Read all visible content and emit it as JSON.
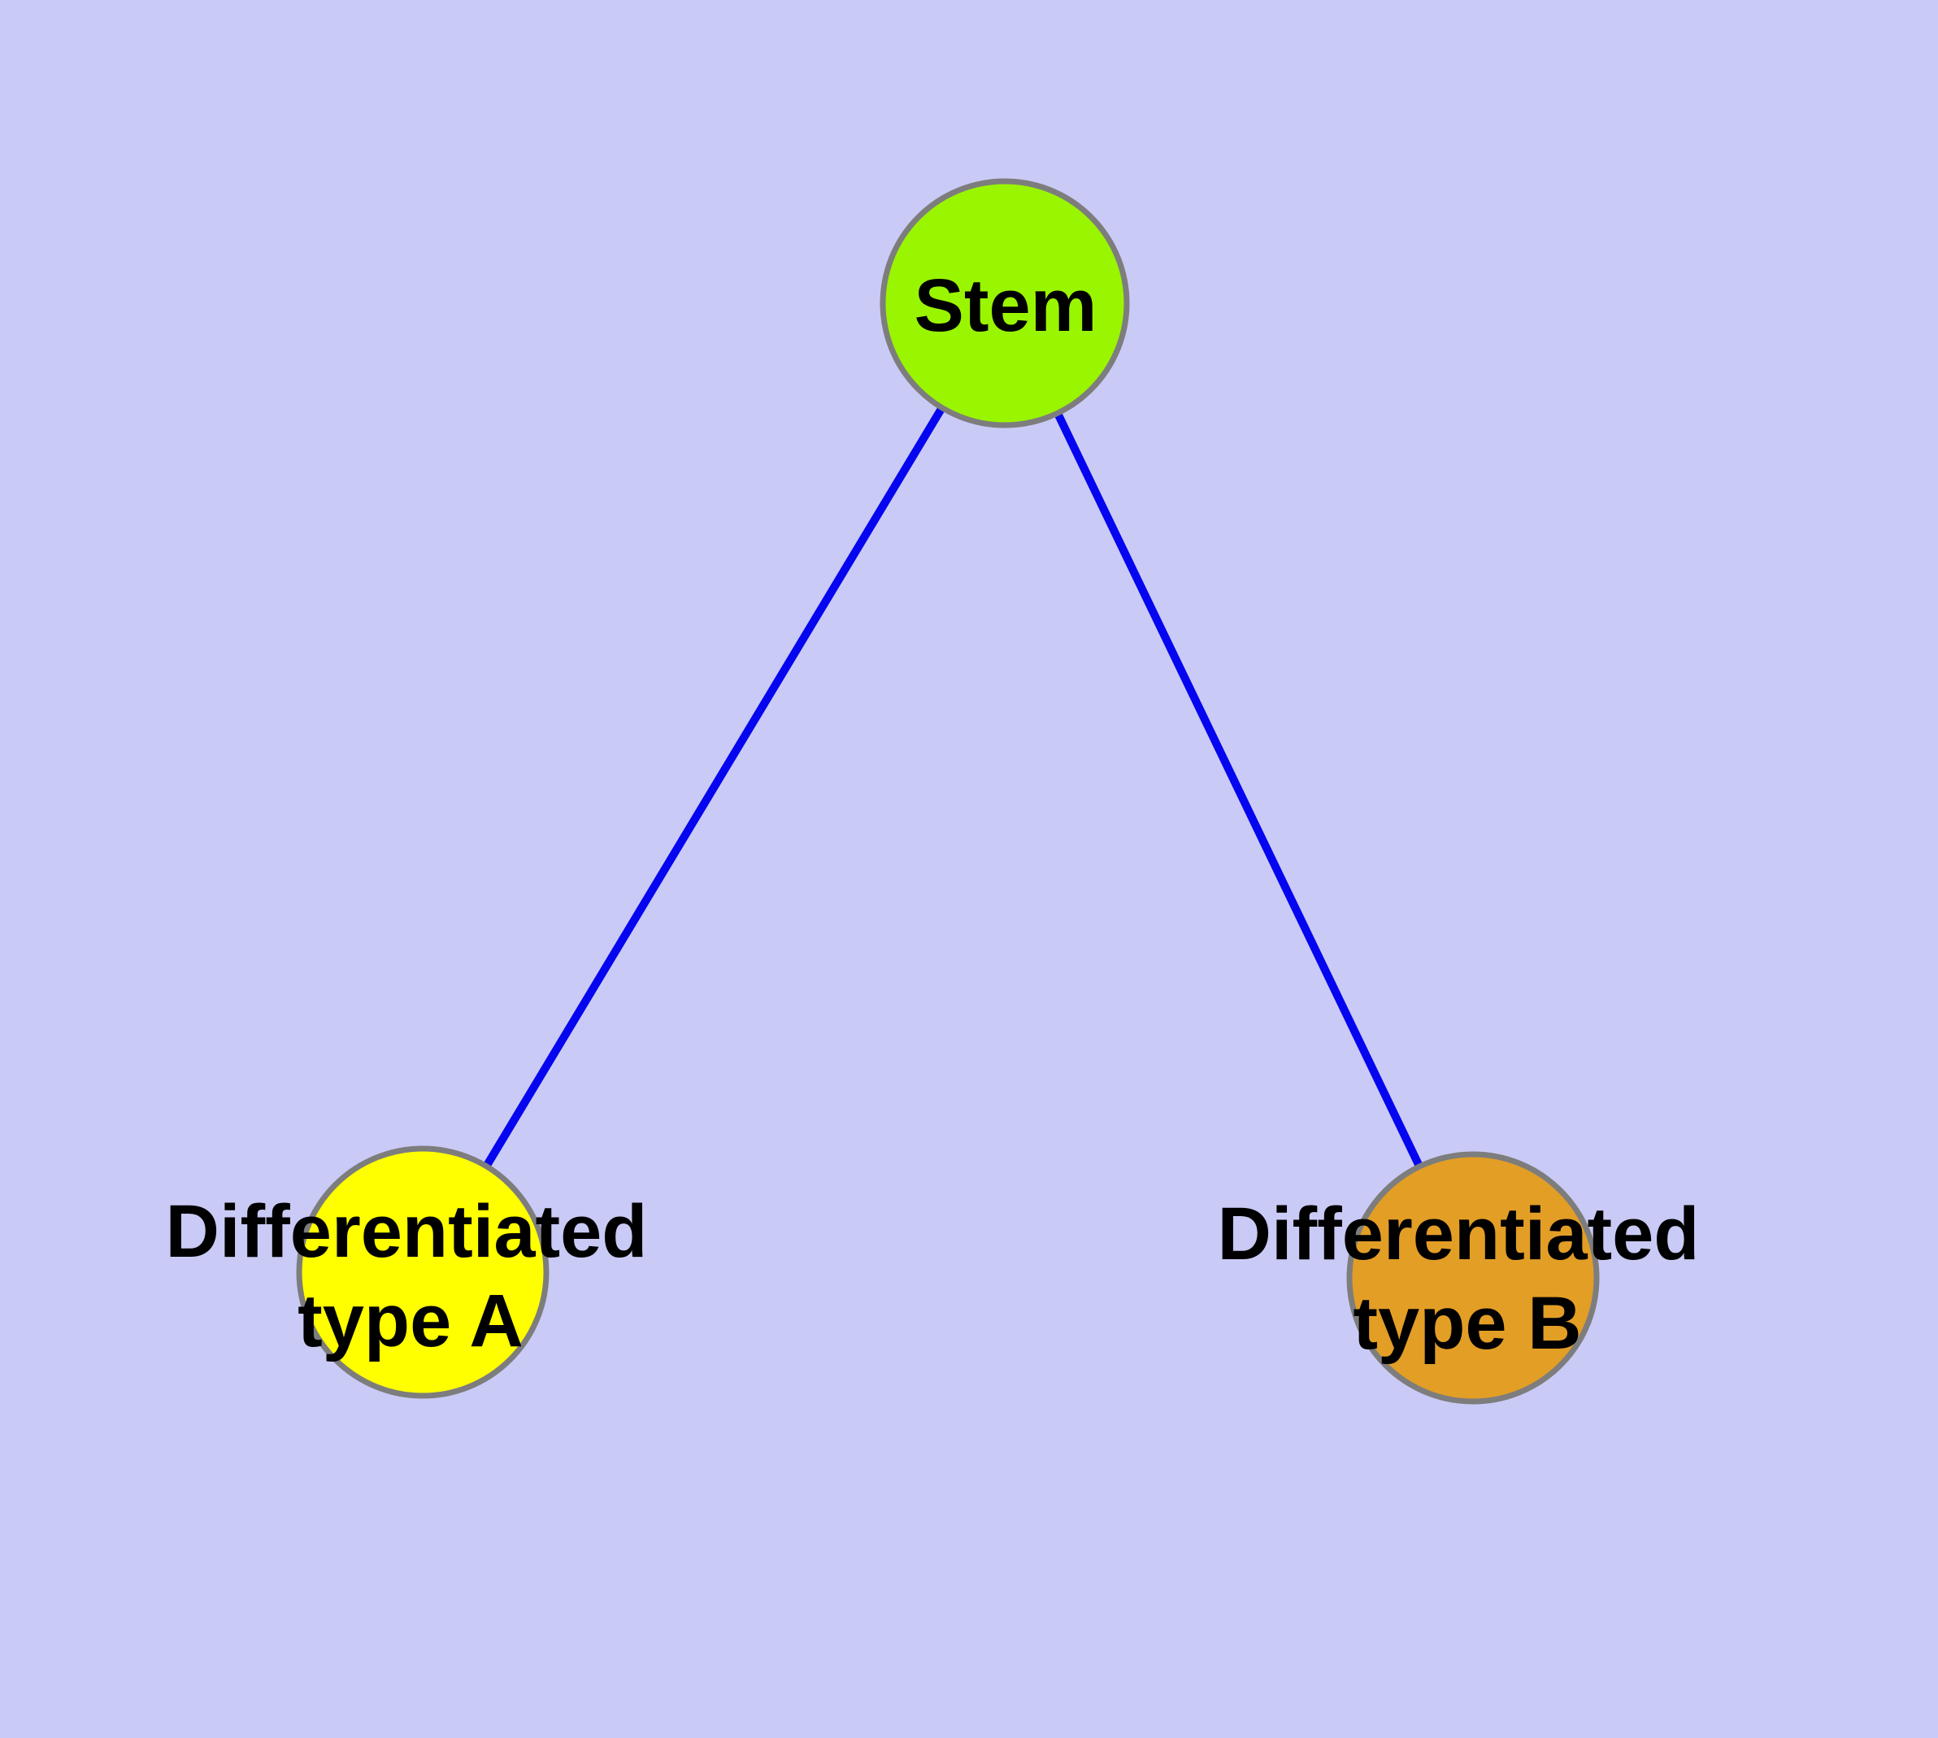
{
  "diagram": {
    "type": "node-link-graph",
    "background_color": "#CACAF6",
    "edge_color": "#0505EF",
    "node_border_color": "#7D7D7D",
    "text_color": "#000000",
    "nodes": [
      {
        "id": "stem",
        "label": "Stem",
        "fill": "#9AF500"
      },
      {
        "id": "differentiated-type-a",
        "label_line1": "Differentiated",
        "label_line2": "type A",
        "fill": "#FFFF00"
      },
      {
        "id": "differentiated-type-b",
        "label_line1": "Differentiated",
        "label_line2": "type B",
        "fill": "#E39E26"
      }
    ],
    "edges": [
      {
        "from": "stem",
        "to": "differentiated-type-a"
      },
      {
        "from": "stem",
        "to": "differentiated-type-b"
      }
    ]
  }
}
